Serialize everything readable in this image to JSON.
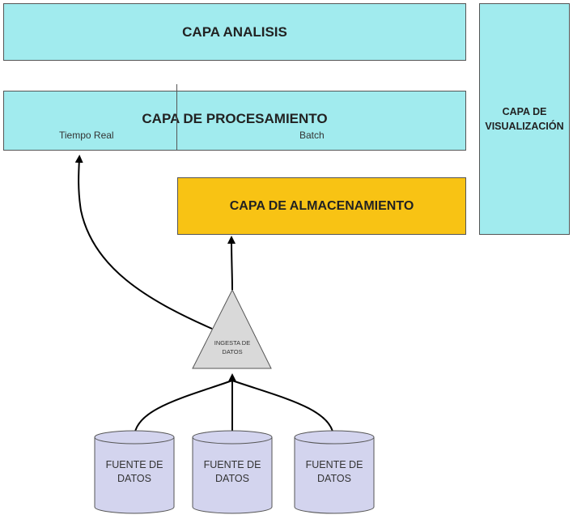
{
  "layers": {
    "analisis": "CAPA ANALISIS",
    "procesamiento": "CAPA DE PROCESAMIENTO",
    "procesamiento_realtime": "Tiempo Real",
    "procesamiento_batch": "Batch",
    "almacenamiento": "CAPA DE ALMACENAMIENTO",
    "visualizacion": "CAPA DE VISUALIZACIÓN"
  },
  "ingesta": {
    "label_line1": "INGESTA DE",
    "label_line2": "DATOS"
  },
  "sources": [
    {
      "line1": "FUENTE DE",
      "line2": "DATOS"
    },
    {
      "line1": "FUENTE DE",
      "line2": "DATOS"
    },
    {
      "line1": "FUENTE DE",
      "line2": "DATOS"
    }
  ],
  "colors": {
    "layer_fill": "#a1ebee",
    "storage_fill": "#f8c314",
    "ingest_fill": "#d9d9d9",
    "source_fill": "#d3d4ee",
    "stroke": "#000000"
  }
}
